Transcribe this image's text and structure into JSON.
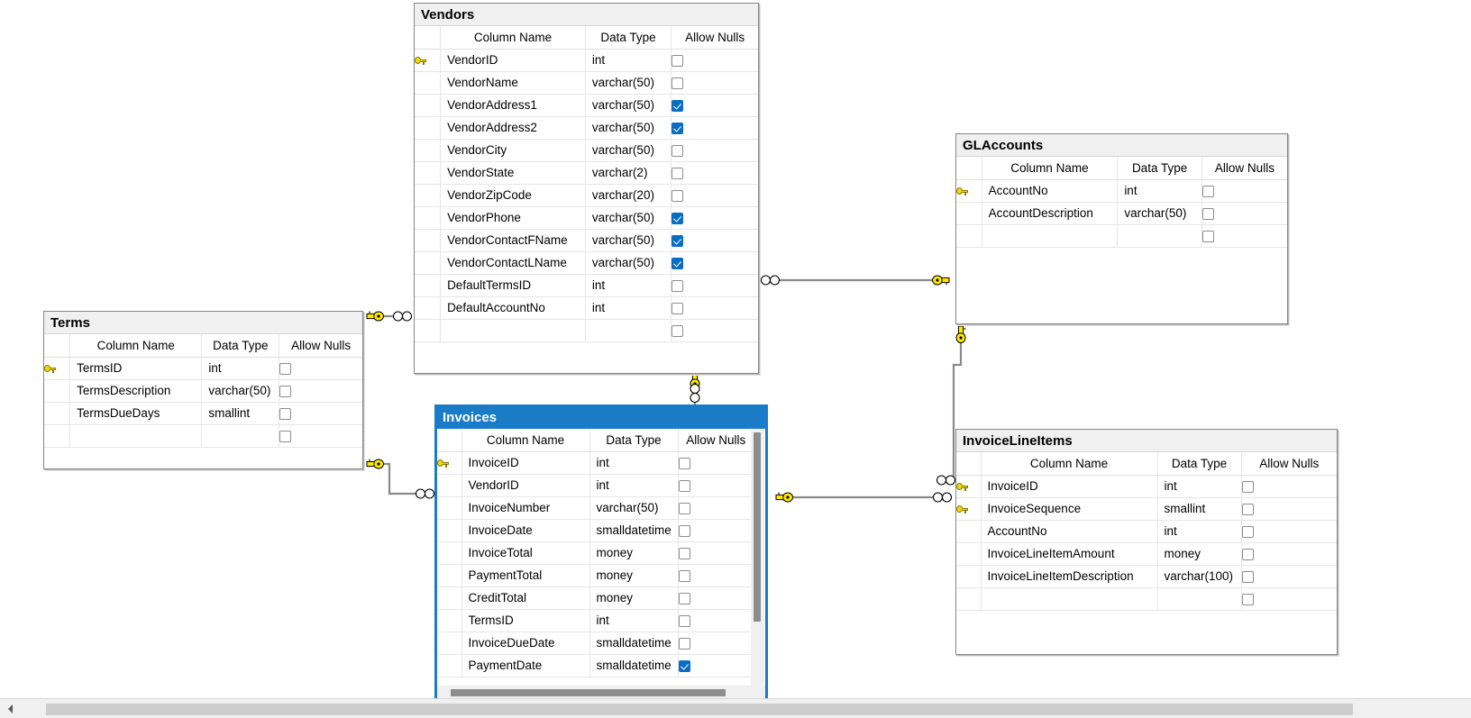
{
  "diagram": {
    "title": "Database Diagram",
    "columns": {
      "key": "",
      "name": "Column Name",
      "type": "Data Type",
      "nulls": "Allow Nulls"
    },
    "colors": {
      "selected_title_bg": "#1a7cc7",
      "title_bg": "#f0f0f0",
      "checkbox_on": "#0b6cc4",
      "key_yellow": "#f5d800",
      "border": "#868686"
    }
  },
  "tables": [
    {
      "name": "Vendors",
      "selected": false,
      "rows": [
        {
          "pk": true,
          "name": "VendorID",
          "type": "int",
          "nulls": false
        },
        {
          "pk": false,
          "name": "VendorName",
          "type": "varchar(50)",
          "nulls": false
        },
        {
          "pk": false,
          "name": "VendorAddress1",
          "type": "varchar(50)",
          "nulls": true
        },
        {
          "pk": false,
          "name": "VendorAddress2",
          "type": "varchar(50)",
          "nulls": true
        },
        {
          "pk": false,
          "name": "VendorCity",
          "type": "varchar(50)",
          "nulls": false
        },
        {
          "pk": false,
          "name": "VendorState",
          "type": "varchar(2)",
          "nulls": false
        },
        {
          "pk": false,
          "name": "VendorZipCode",
          "type": "varchar(20)",
          "nulls": false
        },
        {
          "pk": false,
          "name": "VendorPhone",
          "type": "varchar(50)",
          "nulls": true
        },
        {
          "pk": false,
          "name": "VendorContactFName",
          "type": "varchar(50)",
          "nulls": true
        },
        {
          "pk": false,
          "name": "VendorContactLName",
          "type": "varchar(50)",
          "nulls": true
        },
        {
          "pk": false,
          "name": "DefaultTermsID",
          "type": "int",
          "nulls": false
        },
        {
          "pk": false,
          "name": "DefaultAccountNo",
          "type": "int",
          "nulls": false
        },
        {
          "pk": false,
          "name": "",
          "type": "",
          "nulls": false
        }
      ]
    },
    {
      "name": "GLAccounts",
      "selected": false,
      "rows": [
        {
          "pk": true,
          "name": "AccountNo",
          "type": "int",
          "nulls": false
        },
        {
          "pk": false,
          "name": "AccountDescription",
          "type": "varchar(50)",
          "nulls": false
        },
        {
          "pk": false,
          "name": "",
          "type": "",
          "nulls": false
        }
      ]
    },
    {
      "name": "Terms",
      "selected": false,
      "rows": [
        {
          "pk": true,
          "name": "TermsID",
          "type": "int",
          "nulls": false
        },
        {
          "pk": false,
          "name": "TermsDescription",
          "type": "varchar(50)",
          "nulls": false
        },
        {
          "pk": false,
          "name": "TermsDueDays",
          "type": "smallint",
          "nulls": false
        },
        {
          "pk": false,
          "name": "",
          "type": "",
          "nulls": false
        }
      ]
    },
    {
      "name": "Invoices",
      "selected": true,
      "rows": [
        {
          "pk": true,
          "name": "InvoiceID",
          "type": "int",
          "nulls": false
        },
        {
          "pk": false,
          "name": "VendorID",
          "type": "int",
          "nulls": false
        },
        {
          "pk": false,
          "name": "InvoiceNumber",
          "type": "varchar(50)",
          "nulls": false
        },
        {
          "pk": false,
          "name": "InvoiceDate",
          "type": "smalldatetime",
          "nulls": false
        },
        {
          "pk": false,
          "name": "InvoiceTotal",
          "type": "money",
          "nulls": false
        },
        {
          "pk": false,
          "name": "PaymentTotal",
          "type": "money",
          "nulls": false
        },
        {
          "pk": false,
          "name": "CreditTotal",
          "type": "money",
          "nulls": false
        },
        {
          "pk": false,
          "name": "TermsID",
          "type": "int",
          "nulls": false
        },
        {
          "pk": false,
          "name": "InvoiceDueDate",
          "type": "smalldatetime",
          "nulls": false
        },
        {
          "pk": false,
          "name": "PaymentDate",
          "type": "smalldatetime",
          "nulls": true
        }
      ]
    },
    {
      "name": "InvoiceLineItems",
      "selected": false,
      "rows": [
        {
          "pk": true,
          "name": "InvoiceID",
          "type": "int",
          "nulls": false
        },
        {
          "pk": true,
          "name": "InvoiceSequence",
          "type": "smallint",
          "nulls": false
        },
        {
          "pk": false,
          "name": "AccountNo",
          "type": "int",
          "nulls": false
        },
        {
          "pk": false,
          "name": "InvoiceLineItemAmount",
          "type": "money",
          "nulls": false
        },
        {
          "pk": false,
          "name": "InvoiceLineItemDescription",
          "type": "varchar(100)",
          "nulls": false
        },
        {
          "pk": false,
          "name": "",
          "type": "",
          "nulls": false
        }
      ]
    }
  ],
  "relationships": [
    {
      "id": "rel-terms-vendors",
      "from": "Terms",
      "to": "Vendors",
      "one_side": "Terms",
      "many_side": "Vendors"
    },
    {
      "id": "rel-terms-invoices",
      "from": "Terms",
      "to": "Invoices",
      "one_side": "Terms",
      "many_side": "Invoices"
    },
    {
      "id": "rel-glaccounts-vendors",
      "from": "GLAccounts",
      "to": "Vendors",
      "one_side": "GLAccounts",
      "many_side": "Vendors"
    },
    {
      "id": "rel-glaccounts-lineitems",
      "from": "GLAccounts",
      "to": "InvoiceLineItems",
      "one_side": "GLAccounts",
      "many_side": "InvoiceLineItems"
    },
    {
      "id": "rel-vendors-invoices",
      "from": "Vendors",
      "to": "Invoices",
      "one_side": "Vendors",
      "many_side": "Invoices"
    },
    {
      "id": "rel-invoices-lineitems",
      "from": "Invoices",
      "to": "InvoiceLineItems",
      "one_side": "Invoices",
      "many_side": "InvoiceLineItems"
    }
  ],
  "scrollbars": {
    "window_horizontal": "window-horizontal-scrollbar",
    "invoices_vertical": "invoices-vertical-scrollbar",
    "invoices_horizontal": "invoices-horizontal-scrollbar"
  }
}
